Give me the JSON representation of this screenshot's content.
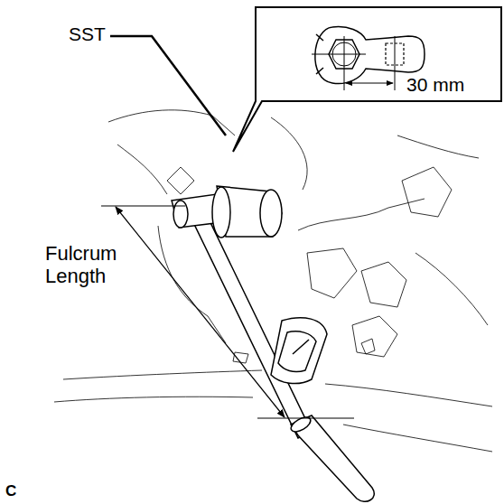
{
  "diagram": {
    "labels": [
      "SST",
      "30 mm",
      "Fulcrum Length",
      "C"
    ]
  }
}
